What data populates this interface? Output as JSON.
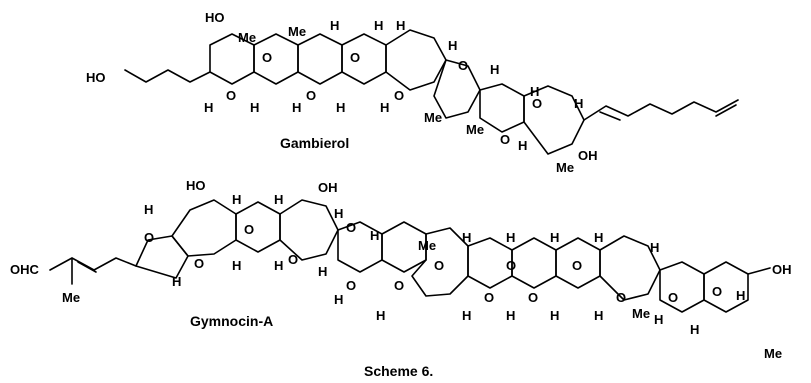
{
  "figure": {
    "caption": "Scheme 6.",
    "molecules": [
      {
        "name": "Gambierol",
        "atom_labels": [
          "HO",
          "HO",
          "Me",
          "O",
          "Me",
          "H",
          "H",
          "H",
          "H",
          "O",
          "H",
          "O",
          "H",
          "O",
          "H",
          "H",
          "H",
          "O",
          "O",
          "Me",
          "Me",
          "H",
          "H",
          "O",
          "O",
          "H",
          "H",
          "Me",
          "OH"
        ]
      },
      {
        "name": "Gymnocin-A",
        "atom_labels": [
          "HO",
          "OH",
          "OHC",
          "Me",
          "O",
          "O",
          "H",
          "H",
          "H",
          "O",
          "H",
          "H",
          "O",
          "H",
          "H",
          "H",
          "O",
          "O",
          "H",
          "Me",
          "O",
          "H",
          "H",
          "O",
          "H",
          "H",
          "O",
          "H",
          "O",
          "H",
          "H",
          "H",
          "H",
          "O",
          "O",
          "O",
          "H",
          "H",
          "Me",
          "O",
          "H",
          "O",
          "H",
          "Me",
          "H",
          "OH"
        ]
      }
    ]
  }
}
